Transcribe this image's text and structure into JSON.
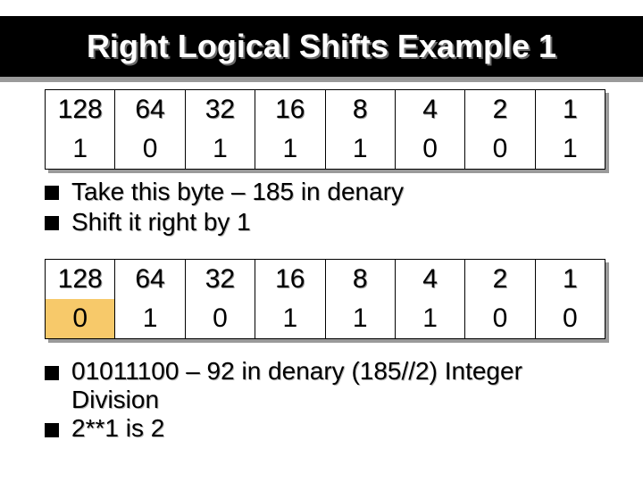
{
  "title": "Right Logical Shifts Example 1",
  "table_top": {
    "headers": [
      "128",
      "64",
      "32",
      "16",
      "8",
      "4",
      "2",
      "1"
    ],
    "bits": [
      "1",
      "0",
      "1",
      "1",
      "1",
      "0",
      "0",
      "1"
    ]
  },
  "bullets_1": [
    "Take this byte – 185 in denary",
    "Shift it right by 1"
  ],
  "table_bottom": {
    "headers": [
      "128",
      "64",
      "32",
      "16",
      "8",
      "4",
      "2",
      "1"
    ],
    "bits": [
      "0",
      "1",
      "0",
      "1",
      "1",
      "1",
      "0",
      "0"
    ]
  },
  "bullets_2": [
    "01011100 – 92 in denary (185//2) Integer Division",
    "2**1 is 2"
  ],
  "colors": {
    "highlight": "#f7c96a",
    "title_bg": "#000000",
    "title_text": "#ffffff"
  }
}
